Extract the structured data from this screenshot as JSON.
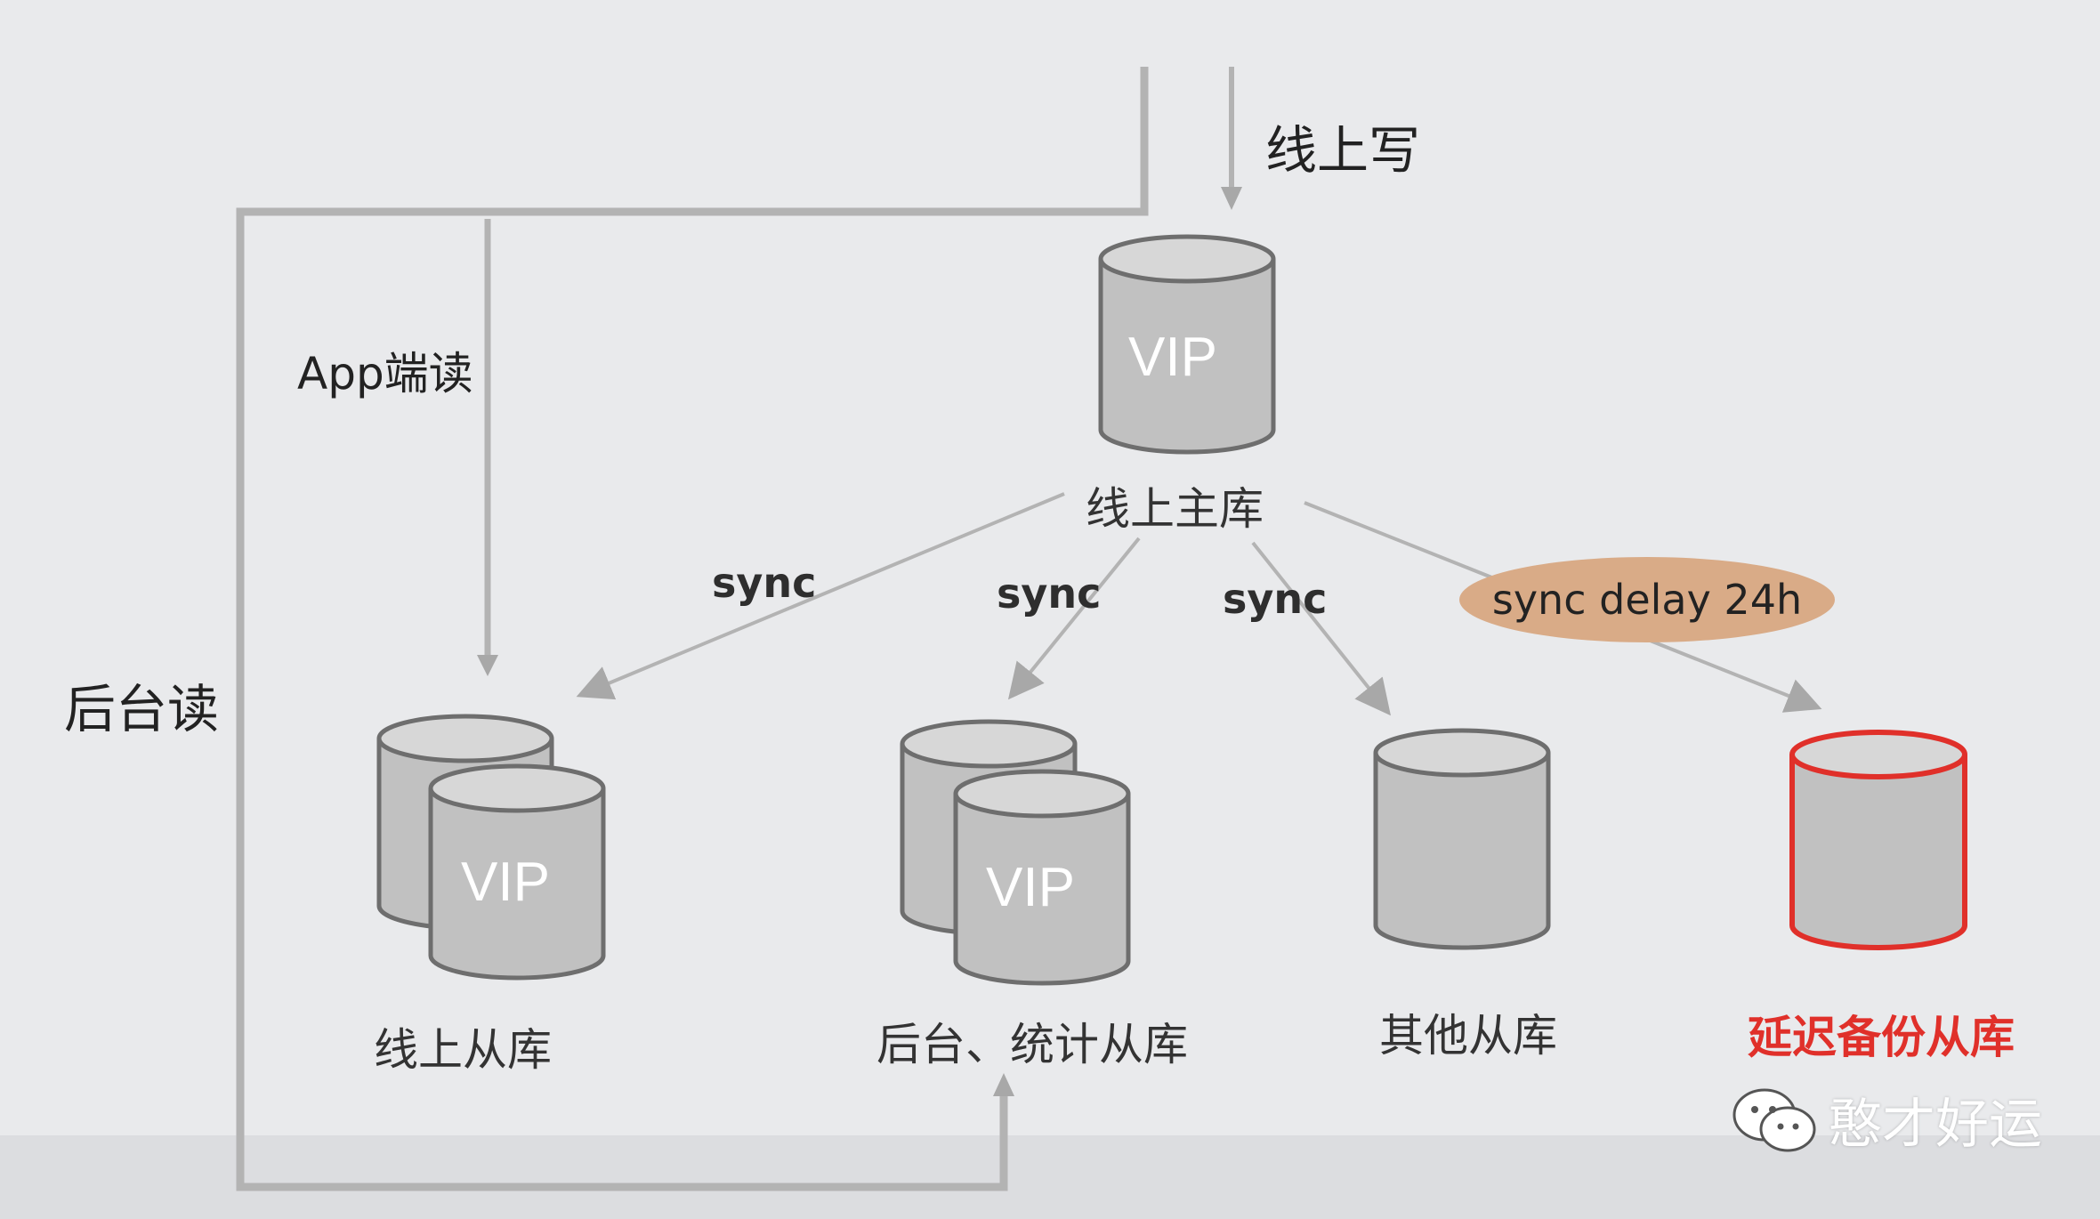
{
  "labels": {
    "online_write": "线上写",
    "app_read": "App端读",
    "backend_read": "后台读",
    "master_db": "线上主库",
    "online_slave": "线上从库",
    "stats_slave": "后台、统计从库",
    "other_slave": "其他从库",
    "delayed_slave": "延迟备份从库"
  },
  "sync_labels": [
    "sync",
    "sync",
    "sync"
  ],
  "sync_delay_label": "sync delay 24h",
  "vip": "VIP",
  "watermark": {
    "text": "憨才好运",
    "icon": "wechat-icon"
  },
  "colors": {
    "background": "#e9eaec",
    "db_fill": "#c1c1c1",
    "db_stroke": "#6e6e6e",
    "line": "#b3b3b3",
    "delayed_highlight": "#e0302a",
    "pill": "#d9ab87"
  }
}
